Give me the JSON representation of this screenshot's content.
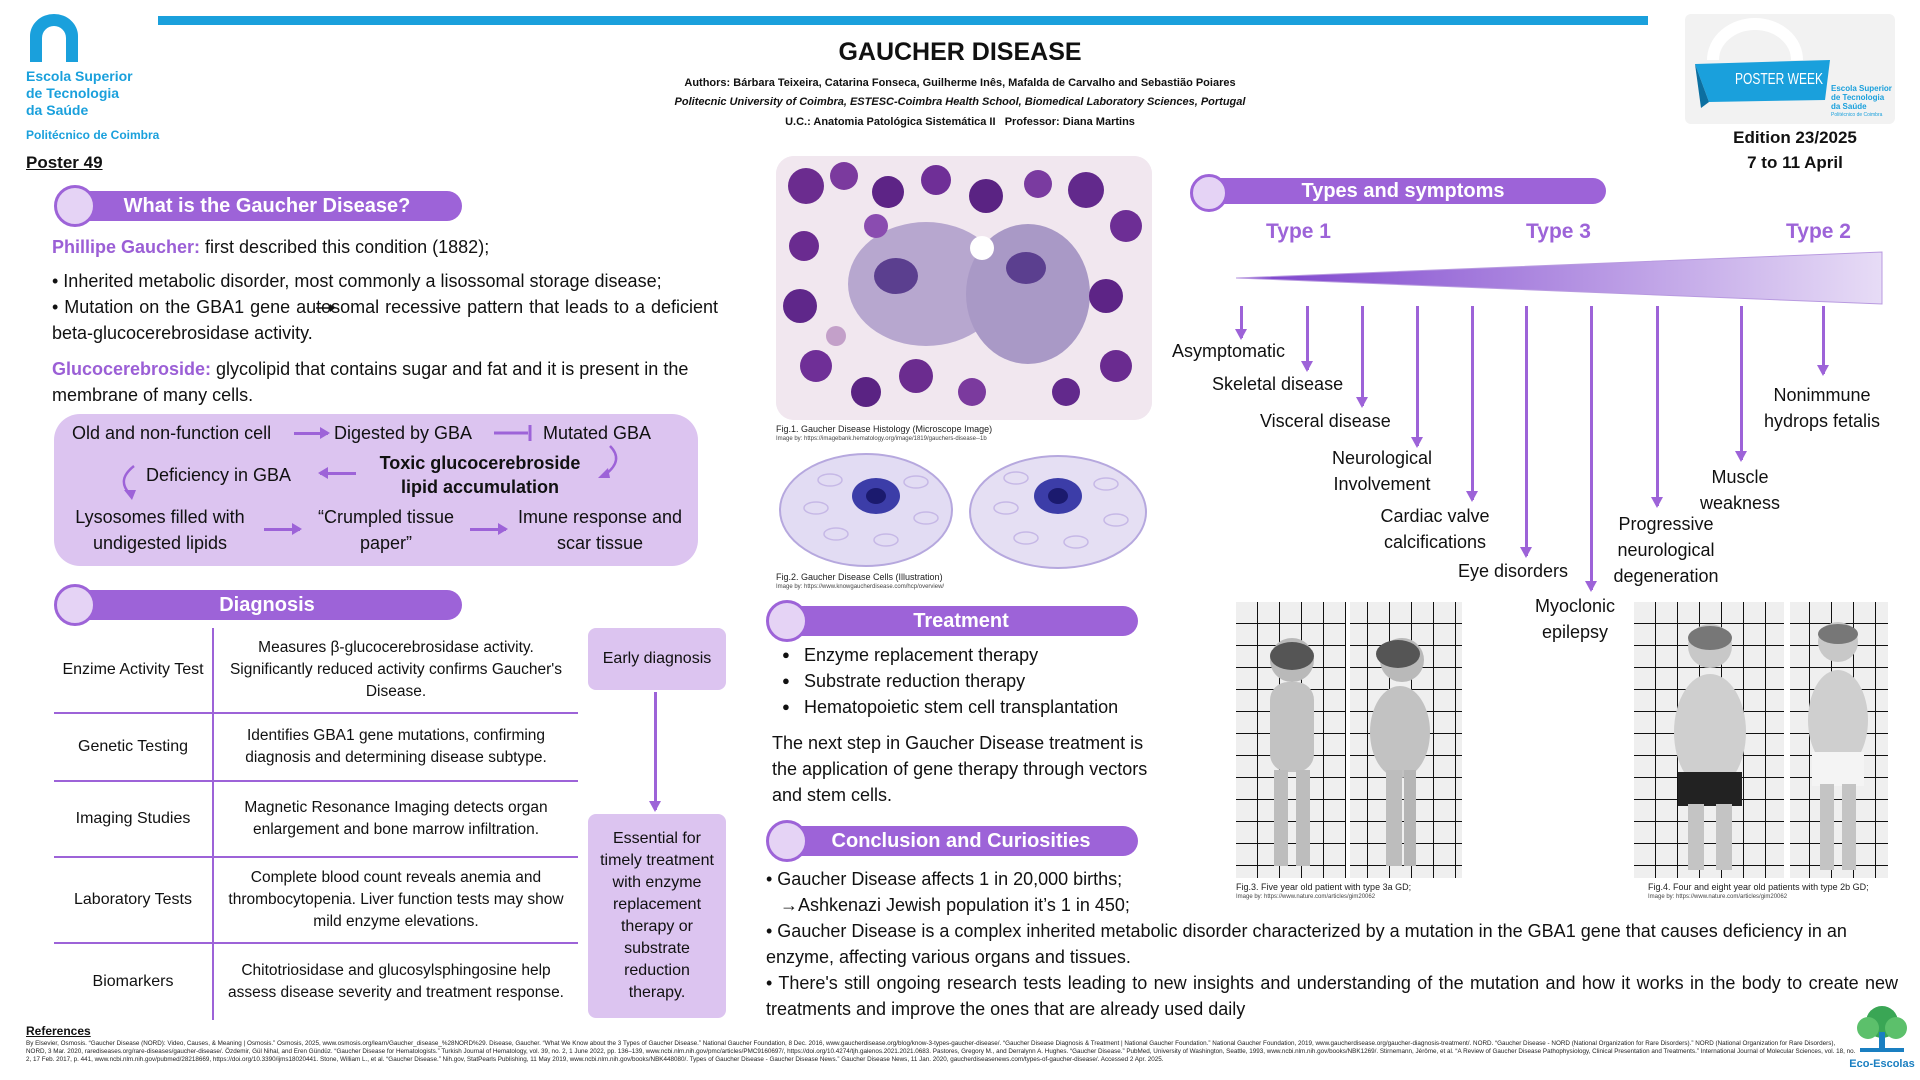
{
  "header": {
    "title": "GAUCHER DISEASE",
    "authors": "Authors: Bárbara Teixeira, Catarina Fonseca, Guilherme Inês, Mafalda de Carvalho and Sebastião Poiares",
    "affiliation": "Politecnic University of Coimbra, ESTESC-Coimbra Health School, Biomedical Laboratory Sciences, Portugal",
    "course": "U.C.: Anatomia Patológica Sistemática II   Professor: Diana Martins"
  },
  "school": {
    "line1": "Escola Superior",
    "line2": "de Tecnologia",
    "line3": "da Saúde",
    "line4": "Politécnico de Coimbra"
  },
  "poster_number": "Poster 49",
  "poster_week": {
    "label": "POSTER WEEK",
    "school1": "Escola Superior",
    "school2": "de Tecnologia",
    "school3": "da Saúde",
    "school4": "Politécnico de Coimbra",
    "edition": "Edition 23/2025",
    "dates": "7 to 11 April"
  },
  "what_is": {
    "title": "What is the Gaucher Disease?",
    "p1_label": "Phillipe Gaucher:",
    "p1_text": " first described this condition (1882);",
    "b1": "• Inherited metabolic disorder, most commonly a lisossomal storage disease;",
    "b2": "•  Mutation on the GBA1 gene   autosomal recessive pattern that leads to a deficient beta-glucocerebrosidase activity.",
    "p2_label": "Glucocerebroside:",
    "p2_text": " glycolipid that contains sugar and fat and it is present in the membrane of many cells."
  },
  "flow": {
    "old_cell": "Old and non-function cell",
    "digested": "Digested by GBA",
    "mutated": "Mutated GBA",
    "toxic1": "Toxic glucocerebroside",
    "toxic2": "lipid accumulation",
    "deficiency": "Deficiency in GBA",
    "lysosomes1": "Lysosomes filled with",
    "lysosomes2": "undigested lipids",
    "crumpled1": "“Crumpled tissue",
    "crumpled2": "paper”",
    "immune1": "Imune response and",
    "immune2": "scar tissue"
  },
  "diagnosis": {
    "title": "Diagnosis",
    "rows": [
      {
        "name": "Enzime Activity Test",
        "desc": "Measures β-glucocerebrosidase activity. Significantly reduced activity confirms Gaucher's Disease."
      },
      {
        "name": "Genetic Testing",
        "desc": "Identifies GBA1 gene mutations, confirming diagnosis and determining disease subtype."
      },
      {
        "name": "Imaging Studies",
        "desc": "Magnetic Resonance Imaging detects organ enlargement and bone marrow infiltration."
      },
      {
        "name": "Laboratory Tests",
        "desc": "Complete blood count reveals anemia and thrombocytopenia. Liver function tests may show mild enzyme elevations."
      },
      {
        "name": "Biomarkers",
        "desc": "Chitotriosidase and glucosylsphingosine help assess disease severity and treatment response."
      }
    ],
    "early": "Early diagnosis",
    "essential": "Essential for timely treatment with enzyme replacement therapy or substrate reduction therapy."
  },
  "figures": {
    "fig1": "Fig.1. Gaucher Disease Histology (Microscope Image)",
    "fig1_src": "Image by: https://imagebank.hematology.org/image/1819/gauchers-disease--1b",
    "fig2": "Fig.2. Gaucher Disease Cells (Illustration)",
    "fig2_src": "Image by: https://www.knowgaucherdisease.com/hcp/overview/",
    "fig3": "Fig.3. Five year old patient with type 3a GD;",
    "fig3_src": "Image by: https://www.nature.com/articles/gim20062",
    "fig4": "Fig.4. Four and eight year old patients with type 2b GD;",
    "fig4_src": "Image by: https://www.nature.com/articles/gim20062"
  },
  "treatment": {
    "title": "Treatment",
    "items": [
      "Enzyme replacement therapy",
      "Substrate reduction therapy",
      "Hematopoietic stem cell transplantation"
    ],
    "next": "The next step in Gaucher Disease treatment is the application of gene therapy through vectors and stem cells."
  },
  "conclusion": {
    "title": "Conclusion and Curiosities",
    "c1": "• Gaucher Disease affects 1 in 20,000 births;",
    "c2": "→Ashkenazi Jewish population it’s 1 in 450;",
    "c3": "• Gaucher Disease is a complex inherited metabolic disorder characterized by a mutation in the GBA1 gene that causes deficiency in an enzyme, affecting various organs and tissues.",
    "c4": "• There's still ongoing research tests leading to new insights and understanding of the mutation and how it works in the body to create new treatments and improve the ones that are already used daily"
  },
  "types": {
    "title": "Types and symptoms",
    "type1": "Type 1",
    "type3": "Type 3",
    "type2": "Type 2",
    "symptoms": {
      "asymptomatic": "Asymptomatic",
      "skeletal": "Skeletal disease",
      "visceral": "Visceral disease",
      "neuro1": "Neurological",
      "neuro2": "Involvement",
      "cardiac1": "Cardiac valve",
      "cardiac2": "calcifications",
      "eye": "Eye disorders",
      "myoclonic1": "Myoclonic",
      "myoclonic2": "epilepsy",
      "progressive1": "Progressive",
      "progressive2": "neurological",
      "progressive3": "degeneration",
      "muscle1": "Muscle",
      "muscle2": "weakness",
      "hydrops1": "Nonimmune",
      "hydrops2": "hydrops fetalis"
    }
  },
  "references": {
    "title": "References",
    "text": "By Elsevier, Osmosis. “Gaucher Disease (NORD): Video, Causes, & Meaning | Osmosis.” Osmosis, 2025, www.osmosis.org/learn/Gaucher_disease_%28NORD%29. Disease, Gaucher. “What We Know about the 3 Types of Gaucher Disease.” National Gaucher Foundation, 8 Dec. 2016, www.gaucherdisease.org/blog/know-3-types-gaucher-disease/. “Gaucher Disease Diagnosis & Treatment | National Gaucher Foundation.” National Gaucher Foundation, 2019, www.gaucherdisease.org/gaucher-diagnosis-treatment/. NORD. “Gaucher Disease - NORD (National Organization for Rare Disorders).” NORD (National Organization for Rare Disorders), NORD, 3 Mar. 2020, rarediseases.org/rare-diseases/gaucher-disease/. Özdemir, Gül Nihal, and Eren Gündüz. “Gaucher Disease for Hematologists.” Turkish Journal of Hematology, vol. 39, no. 2, 1 June 2022, pp. 136–139, www.ncbi.nlm.nih.gov/pmc/articles/PMC9160697/, https://doi.org/10.4274/tjh.galenos.2021.2021.0683. Pastores, Gregory M., and Derralynn A. Hughes. “Gaucher Disease.” PubMed, University of Washington, Seattle, 1993, www.ncbi.nlm.nih.gov/books/NBK1269/. Stirnemann, Jérôme, et al. “A Review of Gaucher Disease Pathophysiology, Clinical Presentation and Treatments.” International Journal of Molecular Sciences, vol. 18, no. 2, 17 Feb. 2017, p. 441, www.ncbi.nlm.nih.gov/pubmed/28218669, https://doi.org/10.3390/ijms18020441. Stone, William L., et al. “Gaucher Disease.” Nih.gov, StatPearls Publishing, 11 May 2019, www.ncbi.nlm.nih.gov/books/NBK448080/. Types of Gaucher Disease - Gaucher Disease News.” Gaucher Disease News, 11 Jan. 2020, gaucherdiseasenews.com/types-of-gaucher-disease/. Accessed 2 Apr. 2025."
  },
  "eco": "Eco-Escolas",
  "colors": {
    "accent": "#9d63d8",
    "light": "#dcc4f0",
    "blue": "#1aa0dc"
  }
}
